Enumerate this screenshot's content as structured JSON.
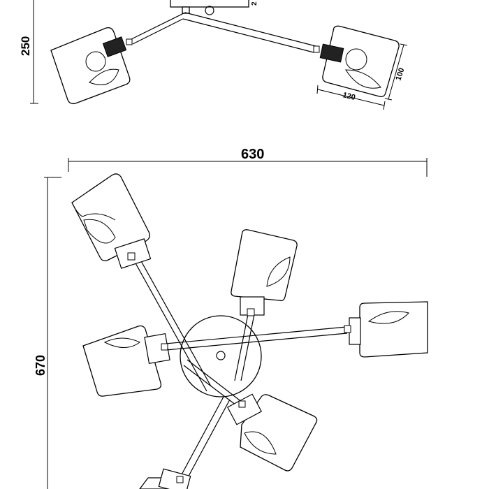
{
  "dimensions": {
    "height_side": "250",
    "shade_height": "100",
    "shade_width": "120",
    "small_top": "2",
    "total_width": "630",
    "total_height": "670"
  }
}
